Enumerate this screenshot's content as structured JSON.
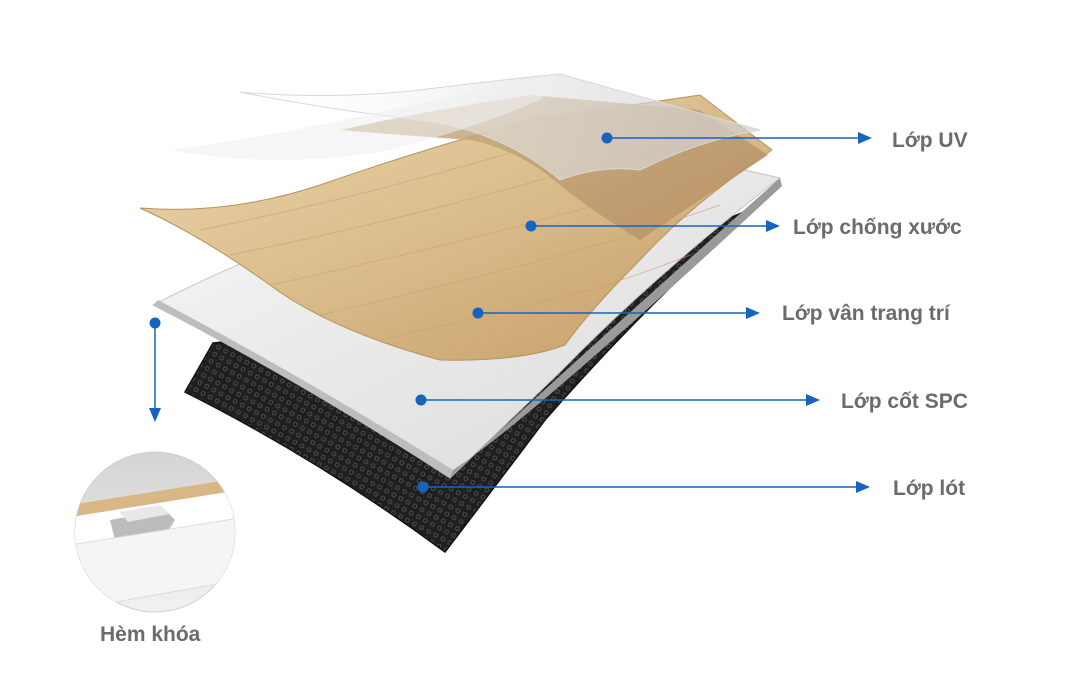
{
  "colors": {
    "accent_blue": "#1565c0",
    "label_gray": "#6b6b6b",
    "wood_light": "#e2c69a",
    "wood_dark": "#c9a270",
    "core_white": "#eeeeee",
    "underlay_black": "#2a2a2a"
  },
  "layers": [
    {
      "id": "uv",
      "label": "Lớp UV"
    },
    {
      "id": "scratch",
      "label": "Lớp chống xước"
    },
    {
      "id": "decor",
      "label": "Lớp vân trang trí"
    },
    {
      "id": "core",
      "label": "Lớp cốt SPC"
    },
    {
      "id": "underlay",
      "label": "Lớp lót"
    }
  ],
  "lock": {
    "label": "Hèm khóa"
  }
}
